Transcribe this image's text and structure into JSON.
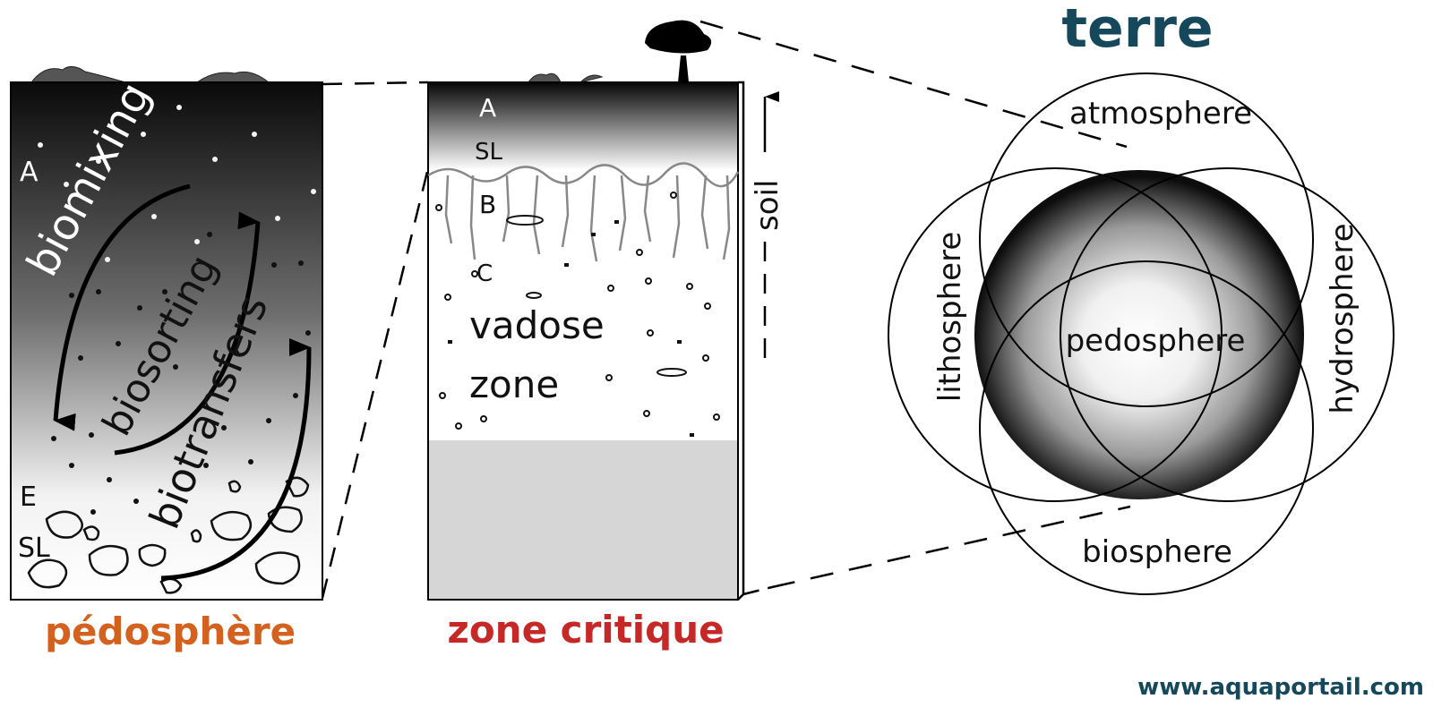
{
  "titles": {
    "pedosphere": "pédosphère",
    "critical_zone": "zone critique",
    "earth": "terre"
  },
  "pedosphere_panel": {
    "horizons": [
      "A",
      "E",
      "SL"
    ],
    "processes": [
      "biomixing",
      "biosorting",
      "biotransfers"
    ]
  },
  "critical_zone_panel": {
    "horizons": [
      "A",
      "SL",
      "B",
      "C"
    ],
    "zone_label_line1": "vadose",
    "zone_label_line2": "zone",
    "soil_label": "soil"
  },
  "earth_panel": {
    "spheres": [
      "atmosphere",
      "lithosphere",
      "hydrosphere",
      "biosphere",
      "pedosphere"
    ]
  },
  "website": "www.aquaportail.com",
  "colors": {
    "pedosphere_title": "#d4621e",
    "critical_zone_title": "#c62828",
    "earth_title": "#15485a",
    "website": "#15485a"
  }
}
